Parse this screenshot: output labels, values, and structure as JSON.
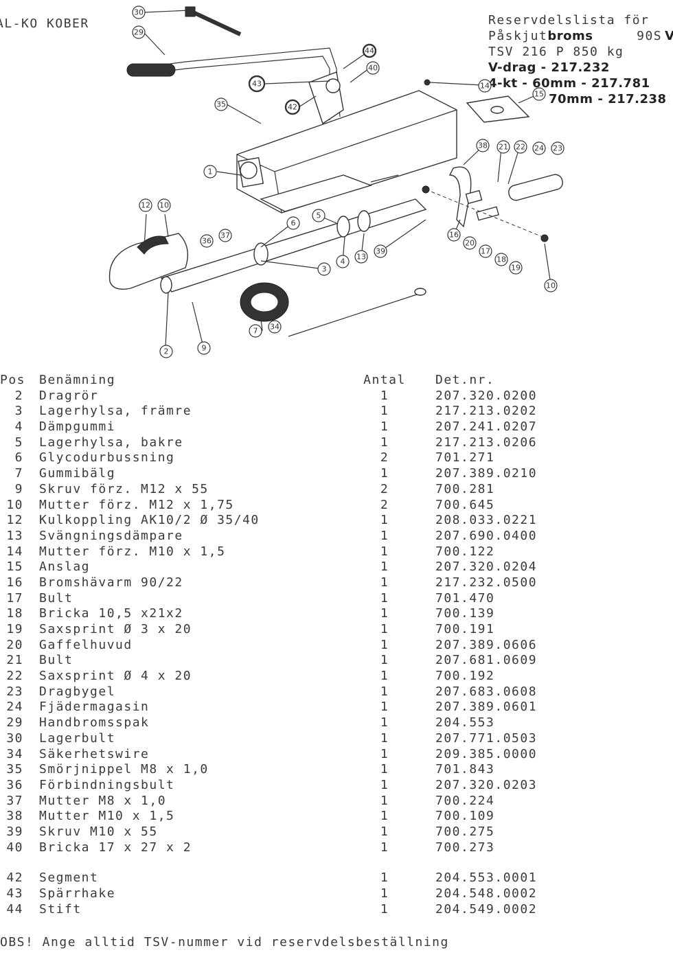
{
  "brand": "AL-KO KOBER",
  "header": {
    "line1": "Reservdelslista för",
    "line2_prefix": "Påskjut",
    "line2_bold": "broms",
    "line2_model": "90S",
    "line2_suffix": "V",
    "line3": "TSV 216 P  850 kg",
    "line4": "V-drag - 217.232",
    "line5": "4-kt - 60mm - 217.781",
    "line6": "70mm - 217.238"
  },
  "table": {
    "headers": {
      "pos": "Pos",
      "name": "Benämning",
      "qty": "Antal",
      "part": "Det.nr."
    },
    "rows": [
      {
        "pos": "2",
        "name": "Dragrör",
        "qty": "1",
        "part": "207.320.0200"
      },
      {
        "pos": "3",
        "name": "Lagerhylsa, främre",
        "qty": "1",
        "part": "217.213.0202"
      },
      {
        "pos": "4",
        "name": "Dämpgummi",
        "qty": "1",
        "part": "207.241.0207"
      },
      {
        "pos": "5",
        "name": "Lagerhylsa, bakre",
        "qty": "1",
        "part": "217.213.0206"
      },
      {
        "pos": "6",
        "name": "Glycodurbussning",
        "qty": "2",
        "part": "701.271"
      },
      {
        "pos": "7",
        "name": "Gummibälg",
        "qty": "1",
        "part": "207.389.0210"
      },
      {
        "pos": "9",
        "name": "Skruv förz. M12 x 55",
        "qty": "2",
        "part": "700.281"
      },
      {
        "pos": "10",
        "name": "Mutter förz. M12 x 1,75",
        "qty": "2",
        "part": "700.645"
      },
      {
        "pos": "12",
        "name": "Kulkoppling AK10/2 Ø 35/40",
        "qty": "1",
        "part": "208.033.0221"
      },
      {
        "pos": "13",
        "name": "Svängningsdämpare",
        "qty": "1",
        "part": "207.690.0400"
      },
      {
        "pos": "14",
        "name": "Mutter förz. M10 x 1,5",
        "qty": "1",
        "part": "700.122"
      },
      {
        "pos": "15",
        "name": "Anslag",
        "qty": "1",
        "part": "207.320.0204"
      },
      {
        "pos": "16",
        "name": "Bromshävarm 90/22",
        "qty": "1",
        "part": "217.232.0500"
      },
      {
        "pos": "17",
        "name": "Bult",
        "qty": "1",
        "part": "701.470"
      },
      {
        "pos": "18",
        "name": "Bricka  10,5 x21x2",
        "qty": "1",
        "part": "700.139"
      },
      {
        "pos": "19",
        "name": "Saxsprint Ø 3 x 20",
        "qty": "1",
        "part": "700.191"
      },
      {
        "pos": "20",
        "name": "Gaffelhuvud",
        "qty": "1",
        "part": "207.389.0606"
      },
      {
        "pos": "21",
        "name": "Bult",
        "qty": "1",
        "part": "207.681.0609"
      },
      {
        "pos": "22",
        "name": "Saxsprint Ø 4 x 20",
        "qty": "1",
        "part": "700.192"
      },
      {
        "pos": "23",
        "name": "Dragbygel",
        "qty": "1",
        "part": "207.683.0608"
      },
      {
        "pos": "24",
        "name": "Fjädermagasin",
        "qty": "1",
        "part": "207.389.0601"
      },
      {
        "pos": "29",
        "name": "Handbromsspak",
        "qty": "1",
        "part": "204.553"
      },
      {
        "pos": "30",
        "name": "Lagerbult",
        "qty": "1",
        "part": "207.771.0503"
      },
      {
        "pos": "34",
        "name": "Säkerhetswire",
        "qty": "1",
        "part": "209.385.0000"
      },
      {
        "pos": "35",
        "name": "Smörjnippel M8 x 1,0",
        "qty": "1",
        "part": "701.843"
      },
      {
        "pos": "36",
        "name": "Förbindningsbult",
        "qty": "1",
        "part": "207.320.0203"
      },
      {
        "pos": "37",
        "name": "Mutter M8 x 1,0",
        "qty": "1",
        "part": "700.224"
      },
      {
        "pos": "38",
        "name": "Mutter M10 x 1,5",
        "qty": "1",
        "part": "700.109"
      },
      {
        "pos": "39",
        "name": "Skruv M10 x 55",
        "qty": "1",
        "part": "700.275"
      },
      {
        "pos": "40",
        "name": "Bricka 17 x 27 x 2",
        "qty": "1",
        "part": "700.273"
      }
    ],
    "rows_extra": [
      {
        "pos": "42",
        "name": "Segment",
        "qty": "1",
        "part": "204.553.0001"
      },
      {
        "pos": "43",
        "name": "Spärrhake",
        "qty": "1",
        "part": "204.548.0002"
      },
      {
        "pos": "44",
        "name": "Stift",
        "qty": "1",
        "part": "204.549.0002"
      }
    ]
  },
  "footer": "OBS!  Ange alltid TSV-nummer vid reservdelsbeställning",
  "diagram_callouts": [
    "1",
    "2",
    "3",
    "4",
    "5",
    "6",
    "7",
    "9",
    "10",
    "10",
    "12",
    "13",
    "14",
    "15",
    "16",
    "17",
    "18",
    "19",
    "20",
    "21",
    "22",
    "23",
    "24",
    "29",
    "30",
    "34",
    "35",
    "36",
    "37",
    "38",
    "39",
    "40",
    "42",
    "43",
    "44"
  ]
}
